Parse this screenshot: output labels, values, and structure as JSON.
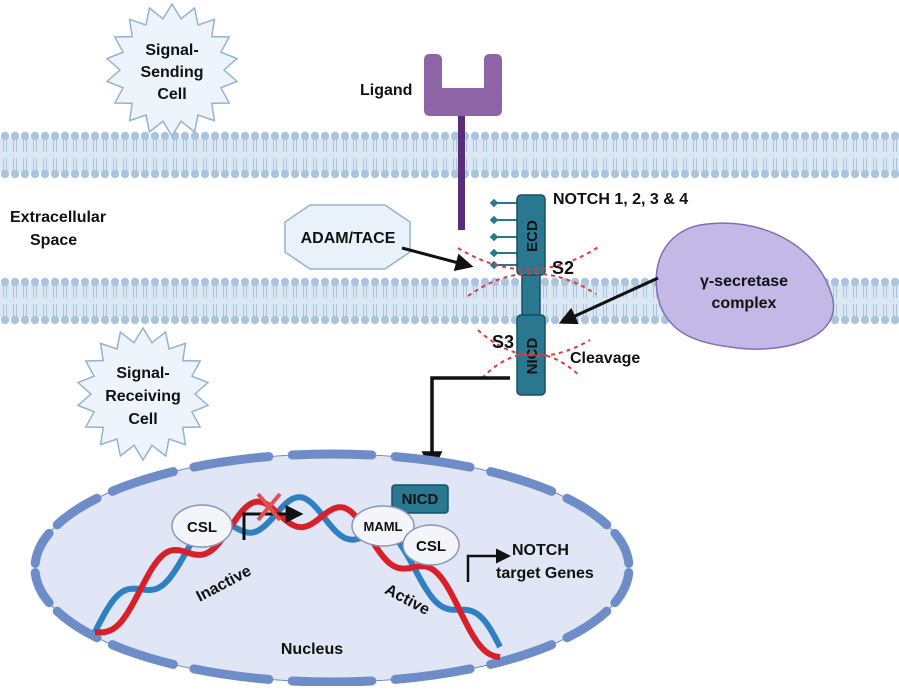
{
  "labels": {
    "signal_sending": [
      "Signal-",
      "Sending",
      "Cell"
    ],
    "signal_receiving": [
      "Signal-",
      "Receiving",
      "Cell"
    ],
    "ligand": "Ligand",
    "extracellular": [
      "Extracellular",
      "Space"
    ],
    "notch": "NOTCH 1, 2, 3 & 4",
    "ecd": "ECD",
    "nicd": "NICD",
    "adam": "ADAM/TACE",
    "s2": "S2",
    "s3": "S3",
    "gamma": [
      "γ-secretase",
      "complex"
    ],
    "cleavage": "Cleavage",
    "nicd_nucleus": "NICD",
    "csl_left": "CSL",
    "maml": "MAML",
    "csl_right": "CSL",
    "target": [
      "NOTCH",
      "target Genes"
    ],
    "inactive": "Inactive",
    "active": "Active",
    "nucleus": "Nucleus"
  },
  "colors": {
    "membrane_head": "#a9c4dc",
    "membrane_band": "#dbe7f2",
    "ligand": "#8e64a6",
    "receptor": "#2a7890",
    "receptor_dark": "#16506a",
    "gamma_fill": "#c4b8e6",
    "gamma_stroke": "#7e70b8",
    "nucleus_fill": "#e1e6f6",
    "nucleus_rim": "#6d8cc8",
    "dna_red": "#d8202a",
    "dna_blue": "#2f80c2",
    "cut_line": "#e03a3a",
    "starburst_fill": "#eef4fb",
    "starburst_stroke": "#93b3d2"
  },
  "icons": {
    "blocked": "x-mark-icon",
    "transcription": "arrow-right-icon"
  }
}
